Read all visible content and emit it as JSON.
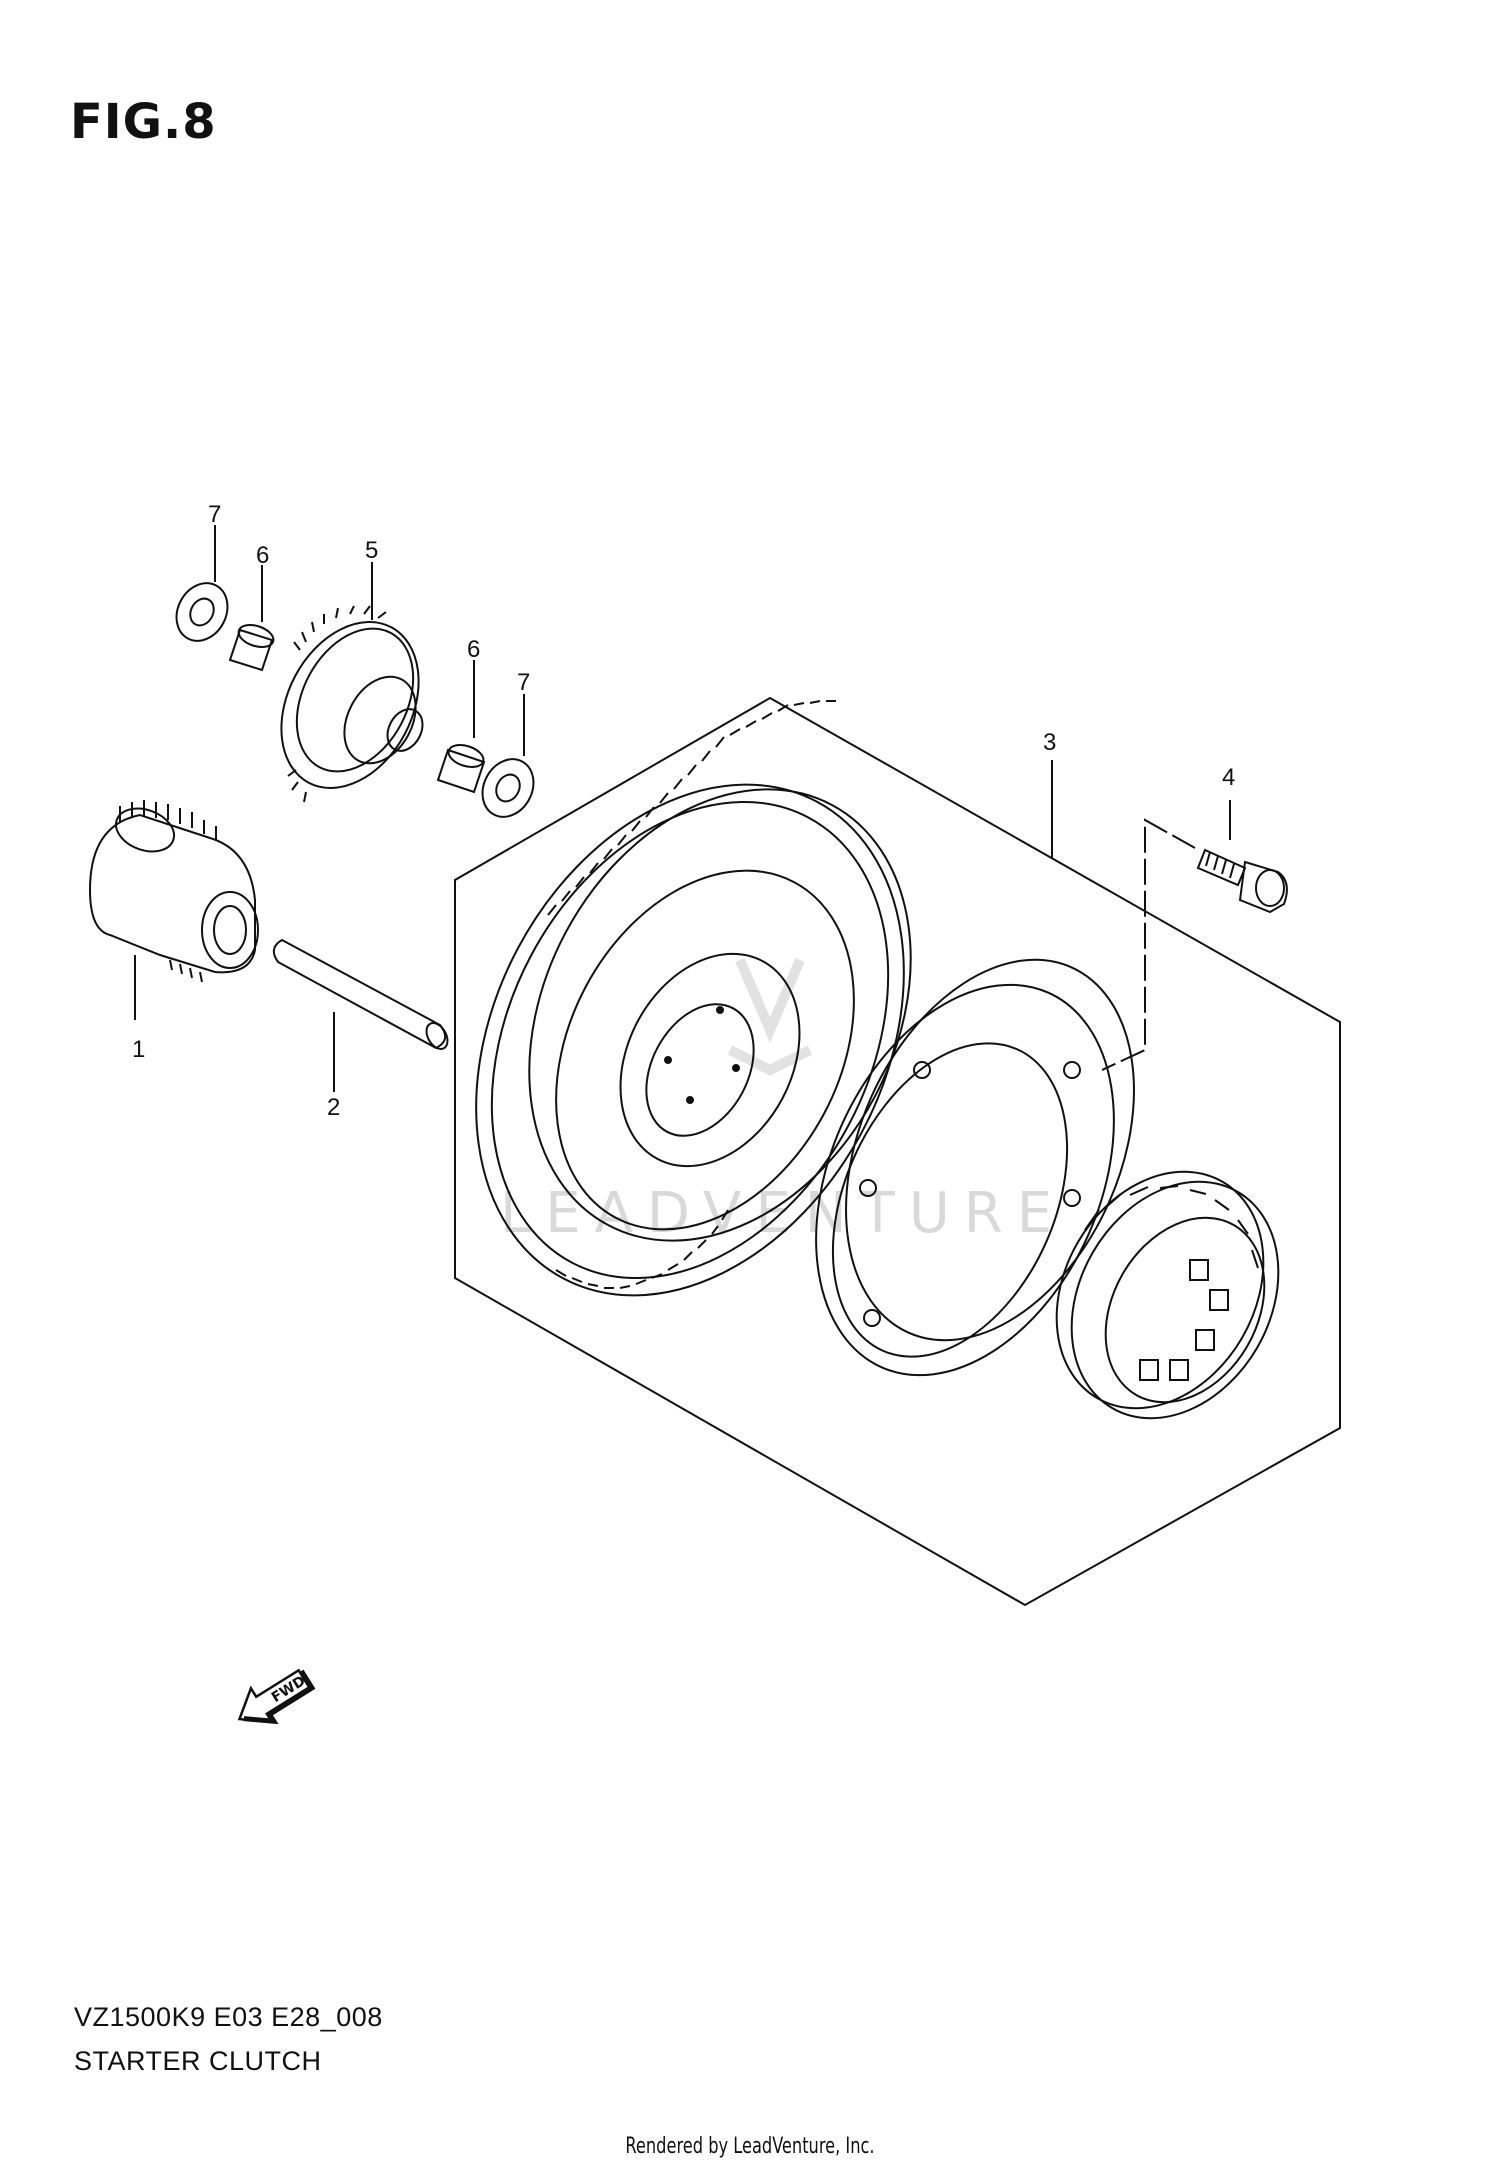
{
  "figure": {
    "title": "FIG.8"
  },
  "callouts": {
    "part_1": "1",
    "part_2": "2",
    "part_3": "3",
    "part_4": "4",
    "part_5": "5",
    "part_6a": "6",
    "part_6b": "6",
    "part_7a": "7",
    "part_7b": "7"
  },
  "direction_arrow": {
    "label": "FWD",
    "icon": "fwd-arrow-icon"
  },
  "watermark": {
    "text": "LEADVENTURE"
  },
  "caption": {
    "model_code": "VZ1500K9 E03 E28_008",
    "section_title": "STARTER CLUTCH"
  },
  "footer": {
    "rendered_by": "Rendered by LeadVenture, Inc."
  }
}
